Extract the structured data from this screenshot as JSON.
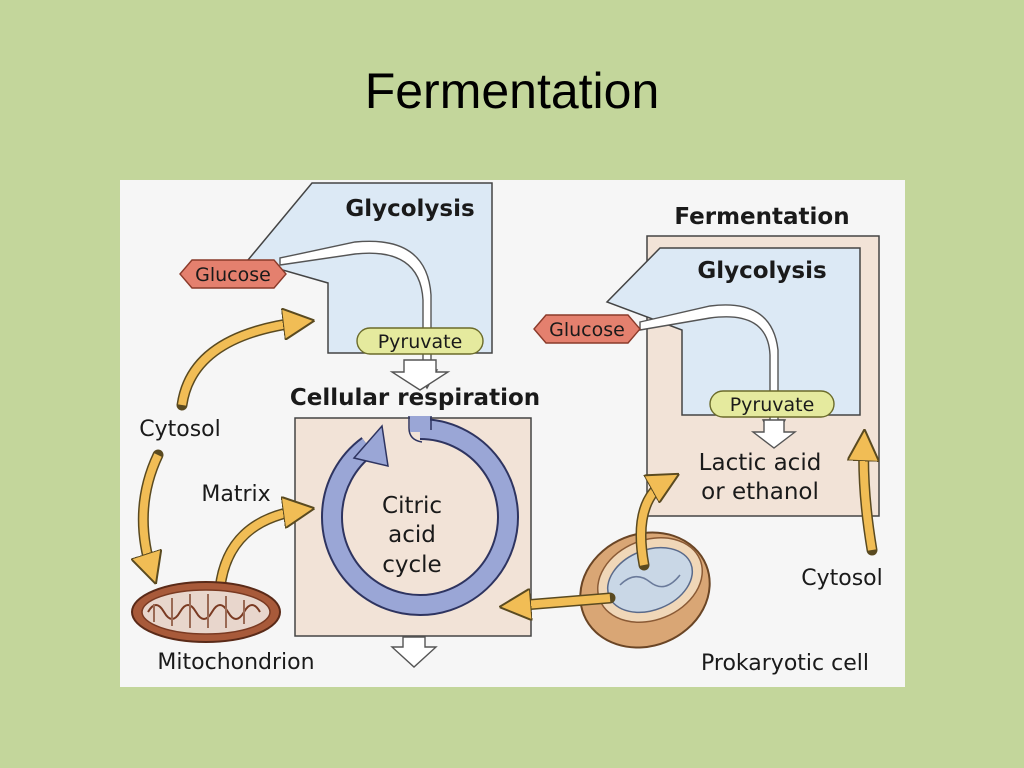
{
  "slide": {
    "title": "Fermentation"
  },
  "diagram": {
    "left": {
      "glycolysis": "Glycolysis",
      "glucose": "Glucose",
      "pyruvate": "Pyruvate",
      "cellular_respiration": "Cellular respiration",
      "citric_cycle": [
        "Citric",
        "acid",
        "cycle"
      ],
      "cytosol": "Cytosol",
      "matrix": "Matrix",
      "mitochondrion": "Mitochondrion"
    },
    "right": {
      "fermentation": "Fermentation",
      "glycolysis": "Glycolysis",
      "glucose": "Glucose",
      "pyruvate": "Pyruvate",
      "product": [
        "Lactic acid",
        "or ethanol"
      ],
      "cytosol": "Cytosol",
      "prokaryotic_cell": "Prokaryotic cell"
    }
  },
  "colors": {
    "background": "#c3d69b",
    "panel": "#f6f6f6",
    "glycolysis_box": "#dce9f5",
    "compartment": "#f2e3d7",
    "glucose_tag": "#e4806e",
    "pyruvate_tag": "#e5ea9e",
    "cycle_arrow": "#9aa6d6",
    "cell_arrow": "#f1bd55"
  }
}
